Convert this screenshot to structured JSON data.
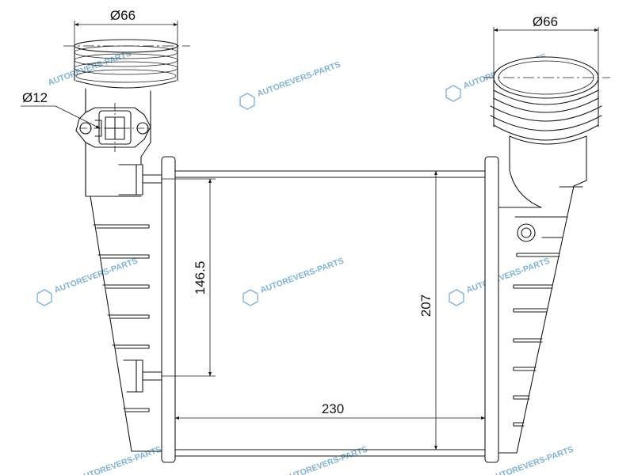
{
  "drawing": {
    "dimensions": {
      "left_inlet_diameter": "Ø66",
      "right_outlet_diameter": "Ø66",
      "sensor_port_diameter": "Ø12",
      "mount_spacing": "146.5",
      "core_height": "207",
      "core_width": "230"
    },
    "watermark": {
      "text": "AUTOREVERS-PARTS",
      "color": "#7db3d9"
    }
  }
}
